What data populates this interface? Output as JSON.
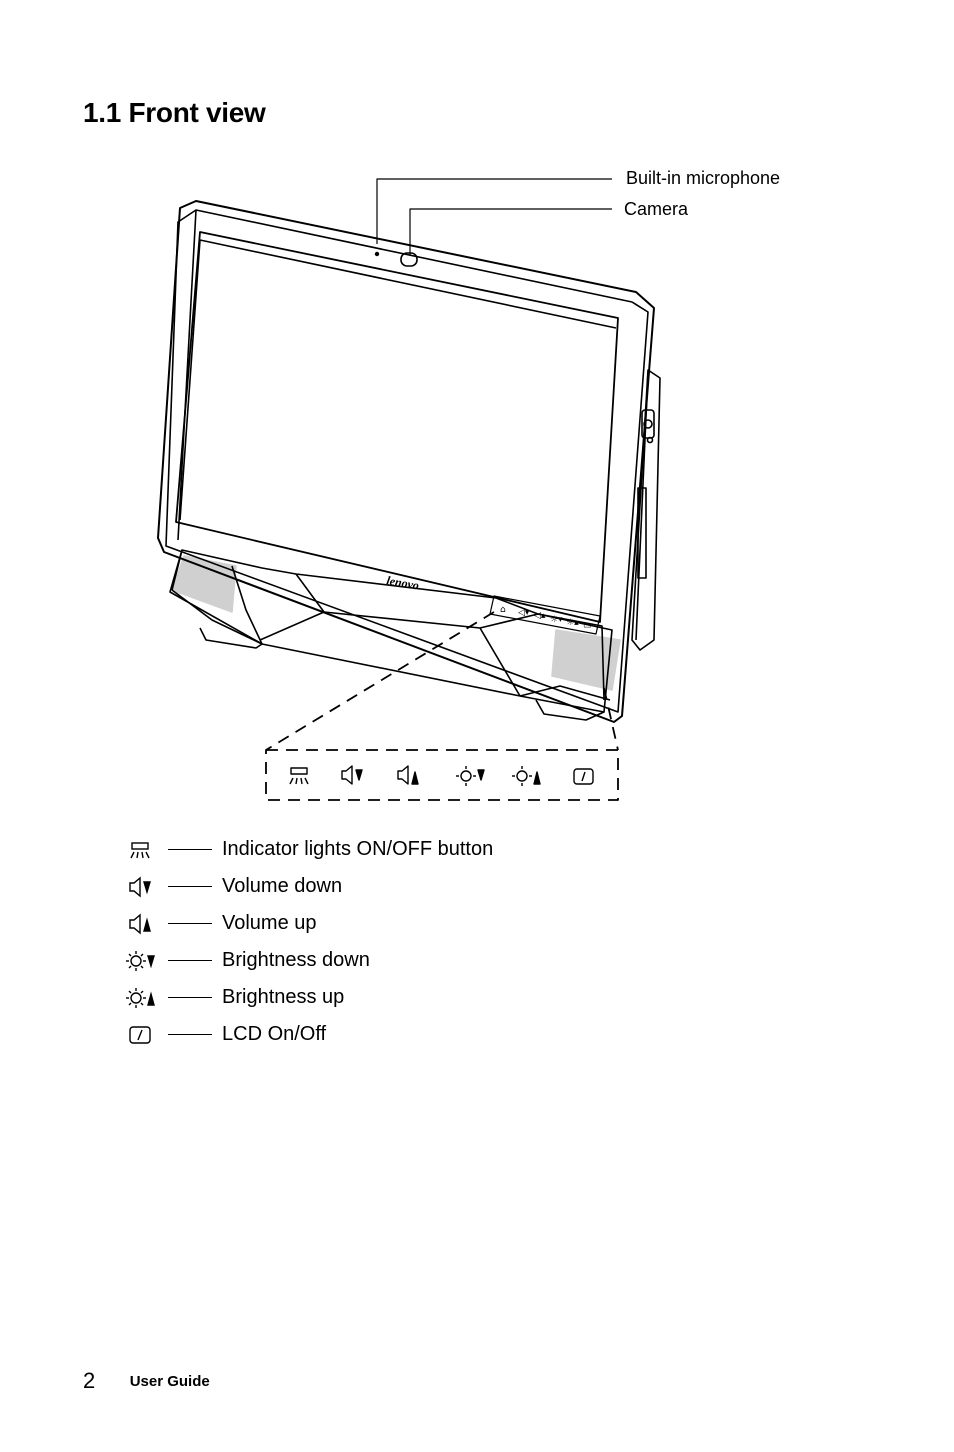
{
  "heading": "1.1 Front view",
  "callouts": {
    "microphone": "Built-in microphone",
    "camera": "Camera"
  },
  "brand_logo": "lenovo",
  "legend": [
    {
      "icon": "indicator-lights-icon",
      "label": "Indicator lights ON/OFF button"
    },
    {
      "icon": "volume-down-icon",
      "label": "Volume down"
    },
    {
      "icon": "volume-up-icon",
      "label": "Volume up"
    },
    {
      "icon": "brightness-down-icon",
      "label": "Brightness down"
    },
    {
      "icon": "brightness-up-icon",
      "label": "Brightness up"
    },
    {
      "icon": "lcd-onoff-icon",
      "label": "LCD On/Off"
    }
  ],
  "footer": {
    "page_number": "2",
    "doc_title": "User Guide"
  }
}
